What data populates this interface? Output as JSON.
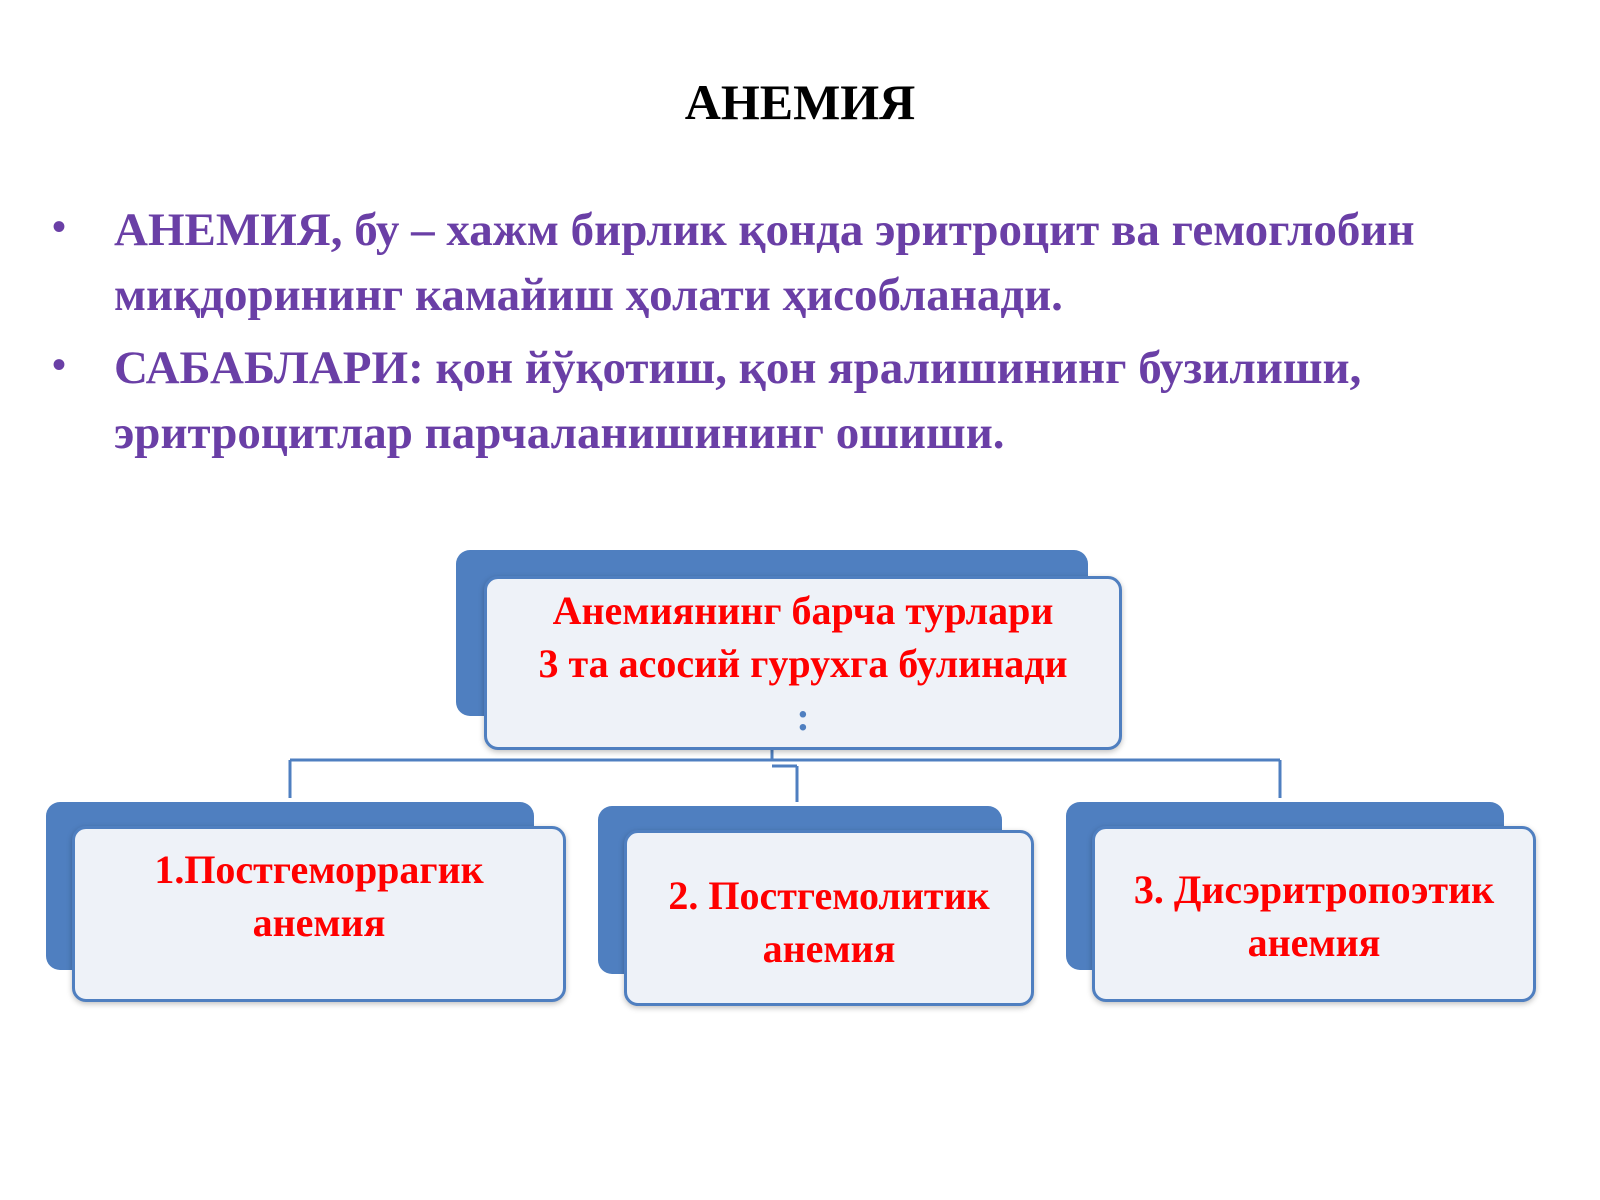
{
  "title": "АНЕМИЯ",
  "bullets": [
    {
      "term": "АНЕМИЯ",
      "text": ", бу – хажм бирлик қонда эритроцит ва гемоглобин миқдорининг камайиш ҳолати ҳисобланади."
    },
    {
      "term": "САБАБЛАРИ",
      "text": ": қон йўқотиш, қон яралишининг бузилиши, эритроцитлар парчаланишининг ошиши."
    }
  ],
  "diagram": {
    "root": {
      "line1": "Анемиянинг барча турлари",
      "line2": "3 та асосий гурухга булинади",
      "colon": ":"
    },
    "children": [
      {
        "line1": "1.Постгеморрагик",
        "line2": "анемия"
      },
      {
        "line1": "2. Постгемолитик",
        "line2": "анемия"
      },
      {
        "line1": "3. Дисэритропоэтик",
        "line2": "анемия"
      }
    ]
  },
  "colors": {
    "bullet_text": "#6a3fa6",
    "node_text": "#ff0000",
    "node_accent": "#4f7fc0",
    "node_fill": "#eef2f8"
  }
}
